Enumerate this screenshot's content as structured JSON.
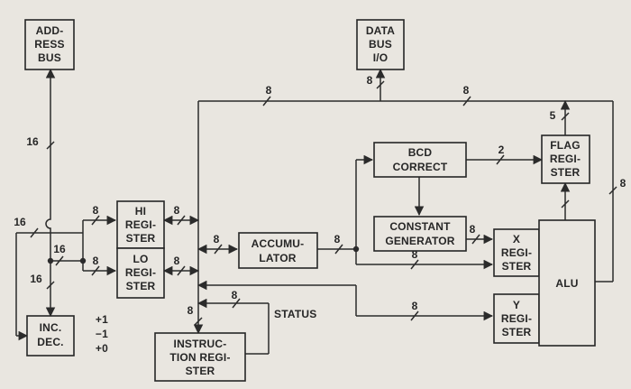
{
  "blocks": {
    "address_bus": [
      "ADD-",
      "RESS",
      "BUS"
    ],
    "data_bus": [
      "DATA",
      "BUS",
      "I/O"
    ],
    "hi_register": [
      "HI",
      "REGI-",
      "STER"
    ],
    "lo_register": [
      "LO",
      "REGI-",
      "STER"
    ],
    "accumulator": [
      "ACCUMU-",
      "LATOR"
    ],
    "bcd_correct": [
      "BCD",
      "CORRECT"
    ],
    "constant_generator": [
      "CONSTANT",
      "GENERATOR"
    ],
    "flag_register": [
      "FLAG",
      "REGI-",
      "STER"
    ],
    "x_register": [
      "X",
      "REGI-",
      "STER"
    ],
    "y_register": [
      "Y",
      "REGI-",
      "STER"
    ],
    "alu": [
      "ALU"
    ],
    "inc_dec": [
      "INC.",
      "DEC."
    ],
    "instruction_register": [
      "INSTRUC-",
      "TION REGI-",
      "STER"
    ]
  },
  "signals": {
    "status": "STATUS",
    "inc_values": [
      "+1",
      "−1",
      "+0"
    ]
  },
  "widths": {
    "address_bus": "16",
    "data_bus": "8",
    "bus_left": "8",
    "bus_right": "8",
    "flag_bus": "5",
    "bcd_flag": "2",
    "hi_in": "8",
    "lo_in": "8",
    "hi_out": "8",
    "lo_out": "8",
    "acc_in": "8",
    "acc_out": "8",
    "acc_x": "8",
    "const_x": "8",
    "status_bus": "8",
    "ir_in": "8",
    "y_in": "8",
    "alu_bus": "8",
    "feed_left": "16",
    "feed_mid": "16",
    "incdec_in": "16"
  }
}
